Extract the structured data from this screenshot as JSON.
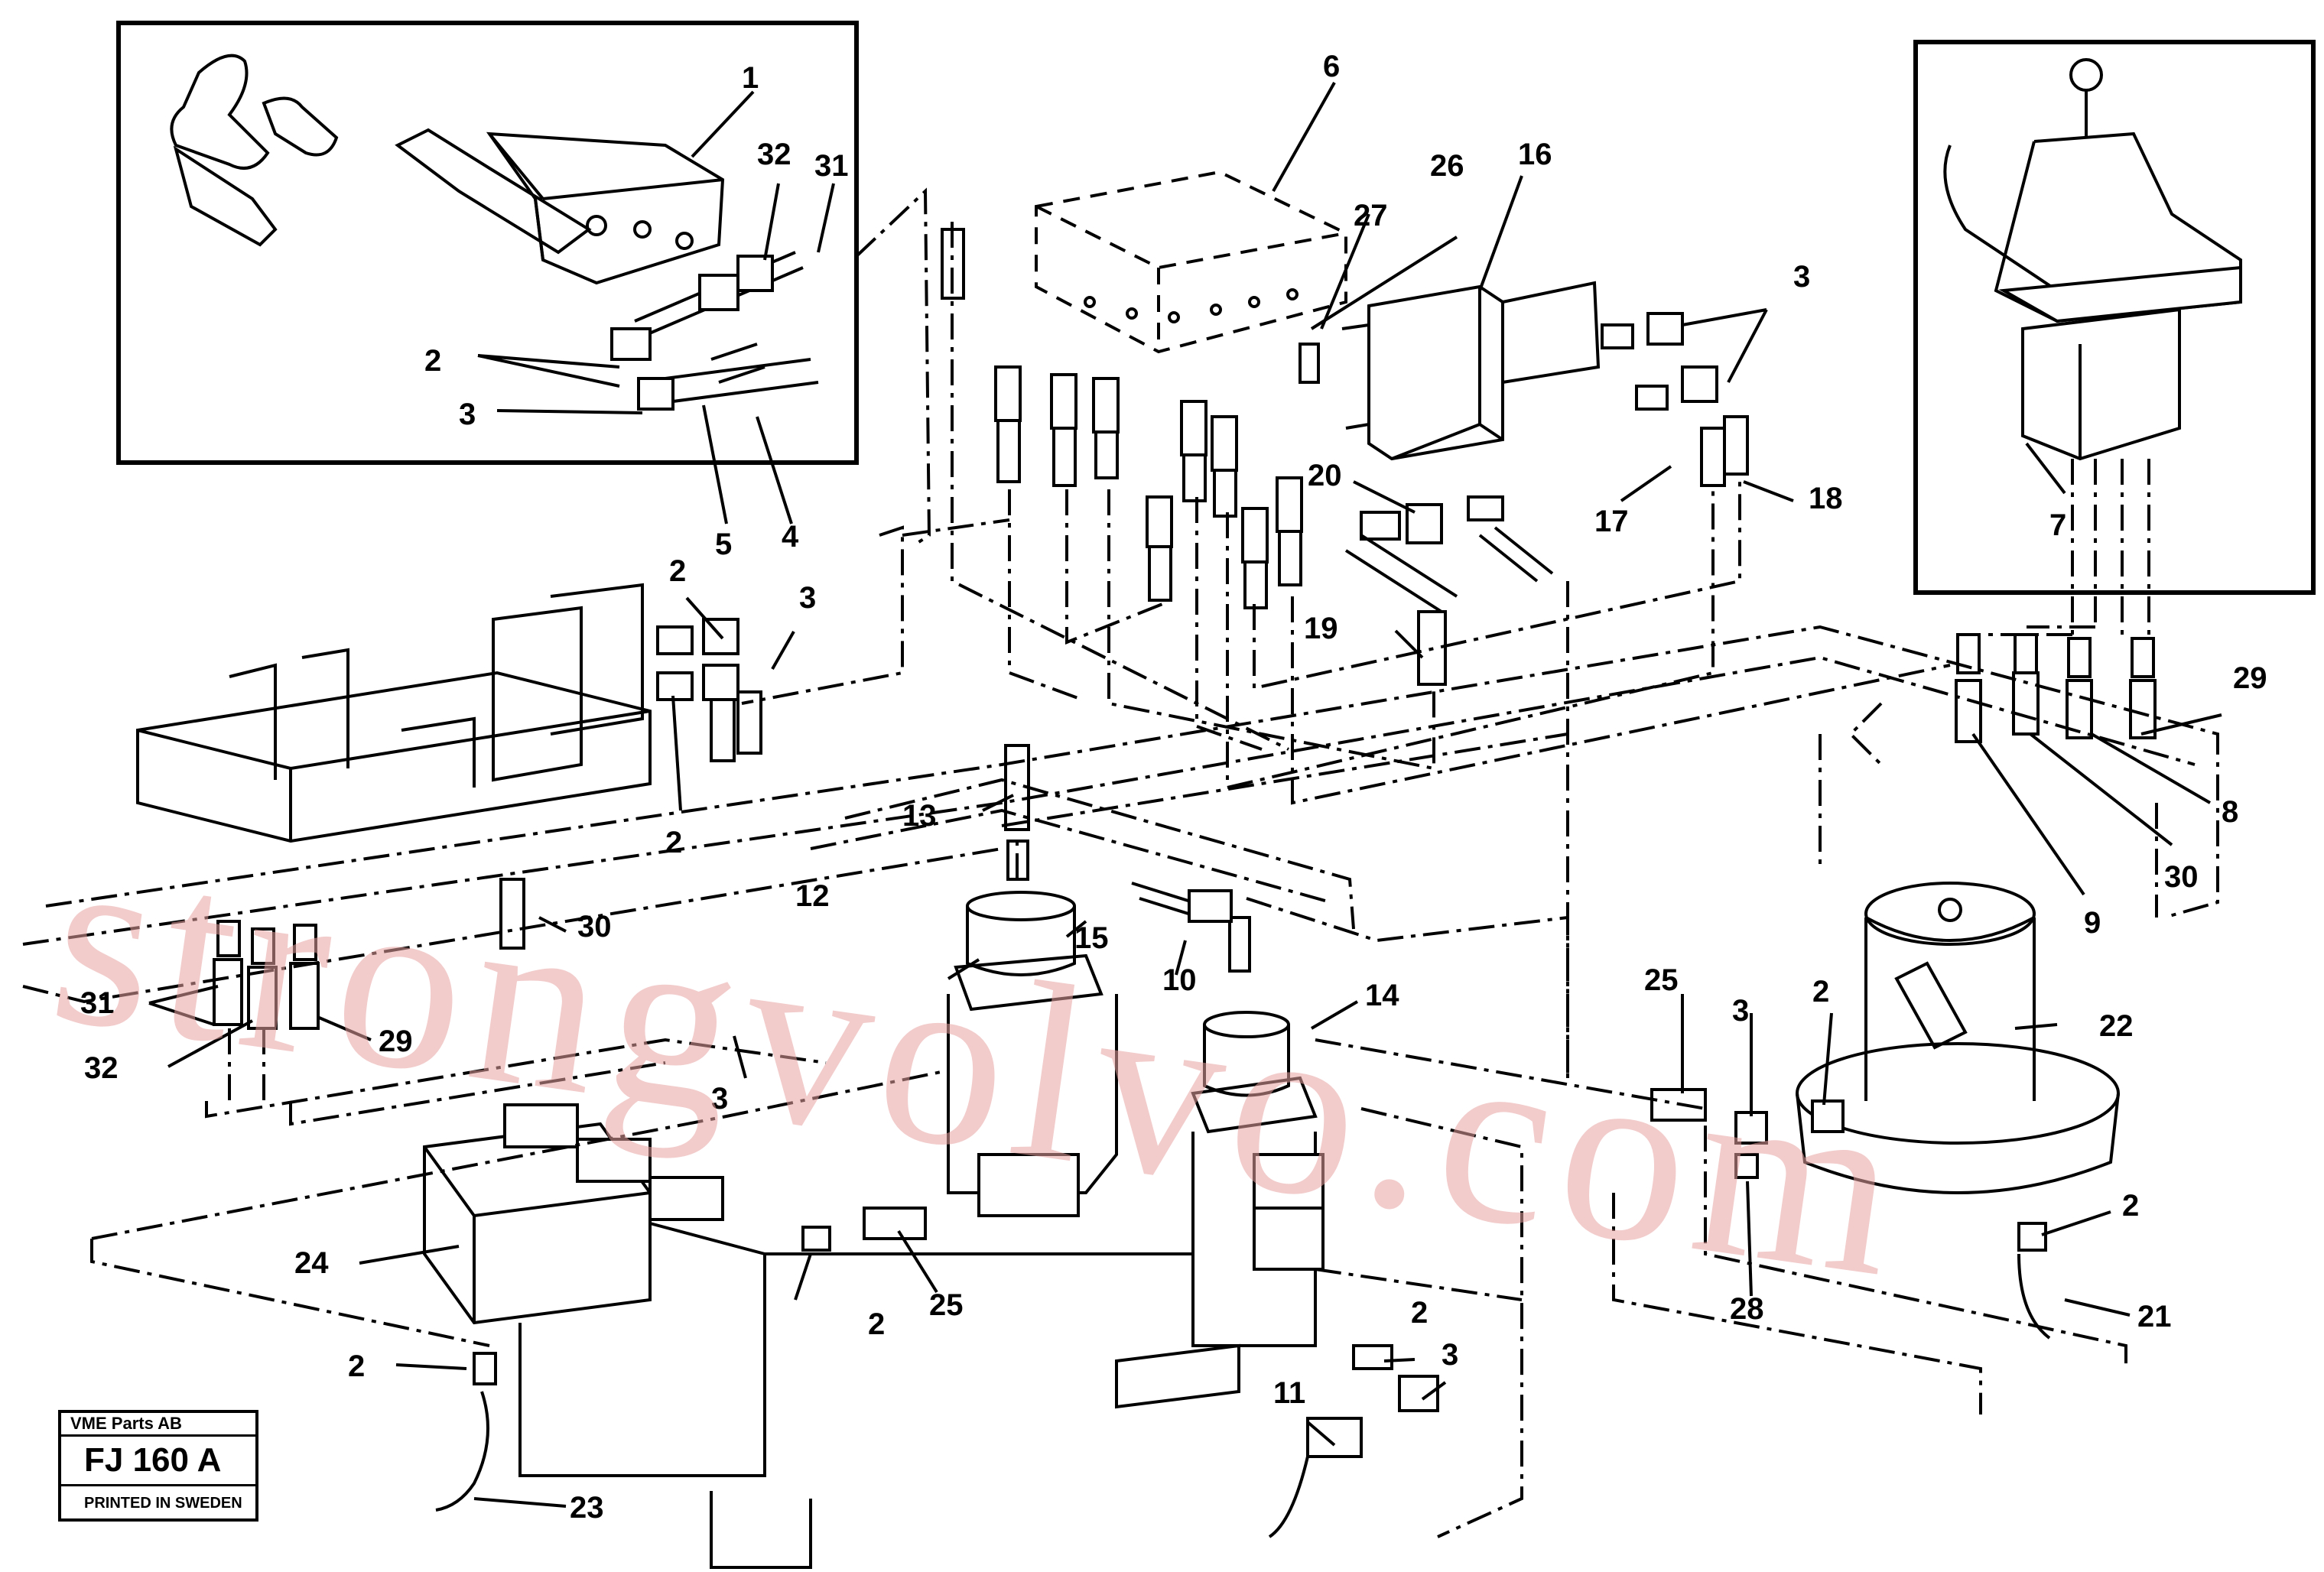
{
  "watermark": "strongvolvo.com",
  "title_block": {
    "company": "VME Parts AB",
    "code": "FJ 160 A",
    "printed": "PRINTED IN SWEDEN"
  },
  "callouts": {
    "c1": "1",
    "c2": "2",
    "c3": "3",
    "c4": "4",
    "c5": "5",
    "c6": "6",
    "c7": "7",
    "c8": "8",
    "c9": "9",
    "c10": "10",
    "c11": "11",
    "c12": "12",
    "c13": "13",
    "c14": "14",
    "c15": "15",
    "c16": "16",
    "c17": "17",
    "c18": "18",
    "c19": "19",
    "c20": "20",
    "c21": "21",
    "c22": "22",
    "c23": "23",
    "c24": "24",
    "c25": "25",
    "c26": "26",
    "c27": "27",
    "c28": "28",
    "c29": "29",
    "c30": "30",
    "c31": "31",
    "c32": "32"
  }
}
